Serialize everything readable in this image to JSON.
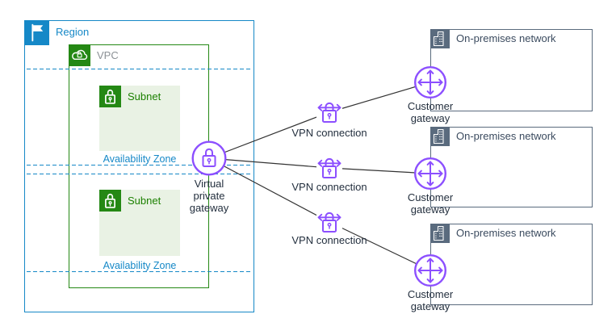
{
  "region": {
    "label": "Region"
  },
  "vpc": {
    "label": "VPC"
  },
  "subnets": [
    {
      "label": "Subnet"
    },
    {
      "label": "Subnet"
    }
  ],
  "availability_zones": [
    {
      "label": "Availability Zone"
    },
    {
      "label": "Availability Zone"
    }
  ],
  "virtual_private_gateway": {
    "label": "Virtual private gateway"
  },
  "vpn_connections": [
    {
      "label": "VPN connection"
    },
    {
      "label": "VPN connection"
    },
    {
      "label": "VPN connection"
    }
  ],
  "customer_gateways": [
    {
      "label": "Customer gateway"
    },
    {
      "label": "Customer gateway"
    },
    {
      "label": "Customer gateway"
    }
  ],
  "on_premises_networks": [
    {
      "label": "On-premises network"
    },
    {
      "label": "On-premises network"
    },
    {
      "label": "On-premises network"
    }
  ],
  "icons": {
    "region": "flag-icon",
    "vpc": "cloud-lock-icon",
    "subnet": "lock-icon",
    "virtual_private_gateway": "lock-in-circle-icon",
    "vpn_connection": "lock-with-arrows-icon",
    "customer_gateway": "cross-arrows-circle-icon",
    "on_premises_network": "building-icon"
  },
  "colors": {
    "region_blue": "#1588C7",
    "vpc_green": "#248814",
    "subnet_text_green": "#1D8102",
    "subnet_fill": "#E9F2E4",
    "gateway_purple": "#8C4FFF",
    "on_premises_slate": "#5A6B7E",
    "label_dark": "#232F3E",
    "connection_line": "#333333"
  }
}
